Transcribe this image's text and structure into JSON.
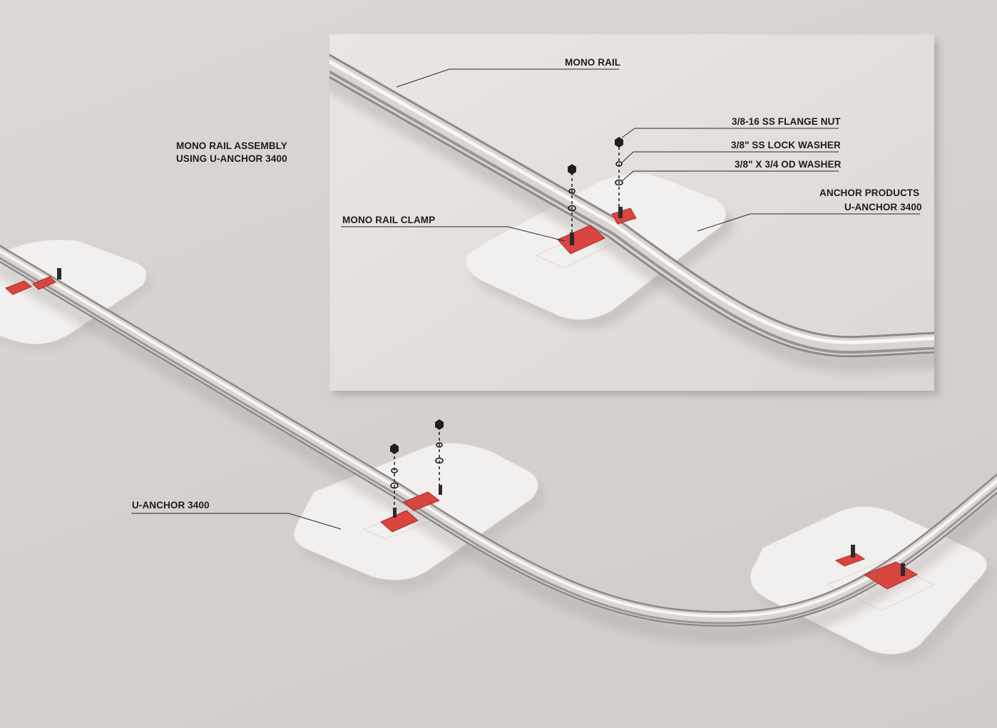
{
  "title": {
    "line1": "MONO RAIL ASSEMBLY",
    "line2": "USING U-ANCHOR 3400"
  },
  "callouts": {
    "mono_rail": "MONO RAIL",
    "flange_nut": "3/8-16 SS FLANGE NUT",
    "lock_washer": "3/8\" SS LOCK WASHER",
    "od_washer": "3/8\" X 3/4 OD WASHER",
    "anchor_line1": "ANCHOR PRODUCTS",
    "anchor_line2": "U-ANCHOR 3400",
    "rail_clamp": "MONO RAIL CLAMP",
    "u_anchor": "U-ANCHOR 3400"
  },
  "colors": {
    "background": "#d8d2cf",
    "rail": "#c9c6c2",
    "clamp": "#d9453f",
    "plate": "#f1efed",
    "label": "#1d1d1d"
  }
}
